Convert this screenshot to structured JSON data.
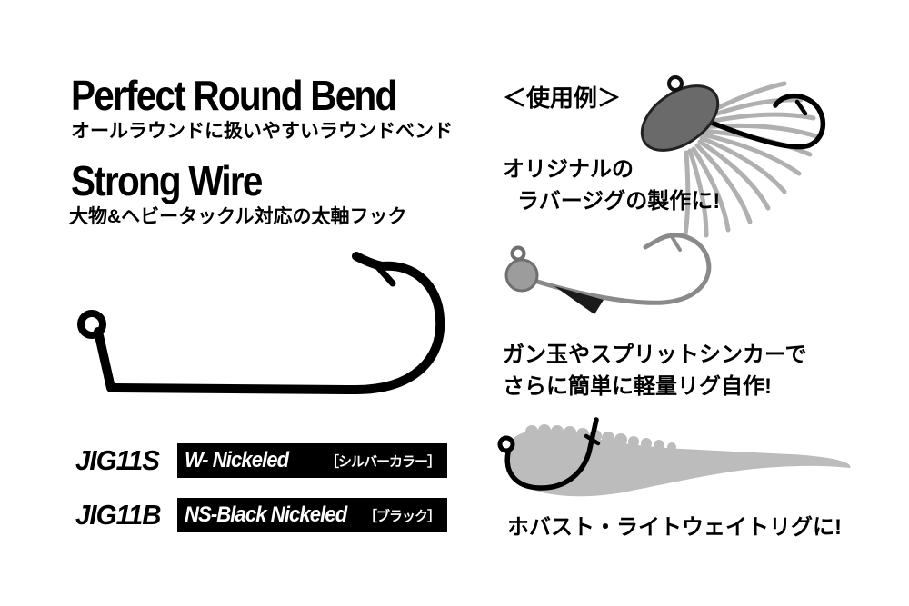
{
  "header": {
    "title1": "Perfect Round Bend",
    "subtitle1": "オールラウンドに扱いやすいラウンドベンド",
    "title2": "Strong Wire",
    "subtitle2": "大物&ヘビータックル対応の太軸フック"
  },
  "products": [
    {
      "code": "JIG11S",
      "finish": "W- Nickeled",
      "color_label": "［シルバーカラー］"
    },
    {
      "code": "JIG11B",
      "finish": "NS-Black Nickeled",
      "color_label": "［ブラック］"
    }
  ],
  "usage": {
    "title": "＜使用例＞",
    "example1": {
      "line1": "オリジナルの",
      "line2": "ラバージグの製作に!"
    },
    "example2": {
      "line1": "ガン玉やスプリットシンカーで",
      "line2": "さらに簡単に軽量リグ自作!"
    },
    "example3": {
      "line1": "ホバスト・ライトウェイトリグに!"
    }
  },
  "illustrations": {
    "main_hook": "jig hook line drawing",
    "rubber_jig": "rubber jig with silicone skirt",
    "split_shot_rig": "split-shot weighted hook rig",
    "worm_rig": "soft plastic worm hover-strolling rig"
  },
  "colors": {
    "ink": "#000000",
    "box_background": "#000000",
    "box_text": "#ffffff",
    "skirt_gray": "#b0b0b0",
    "worm_gray": "#bcbcbc",
    "jighead_gray": "#6a6a6a",
    "wire_gray": "#8a8a8a",
    "background": "#ffffff"
  }
}
